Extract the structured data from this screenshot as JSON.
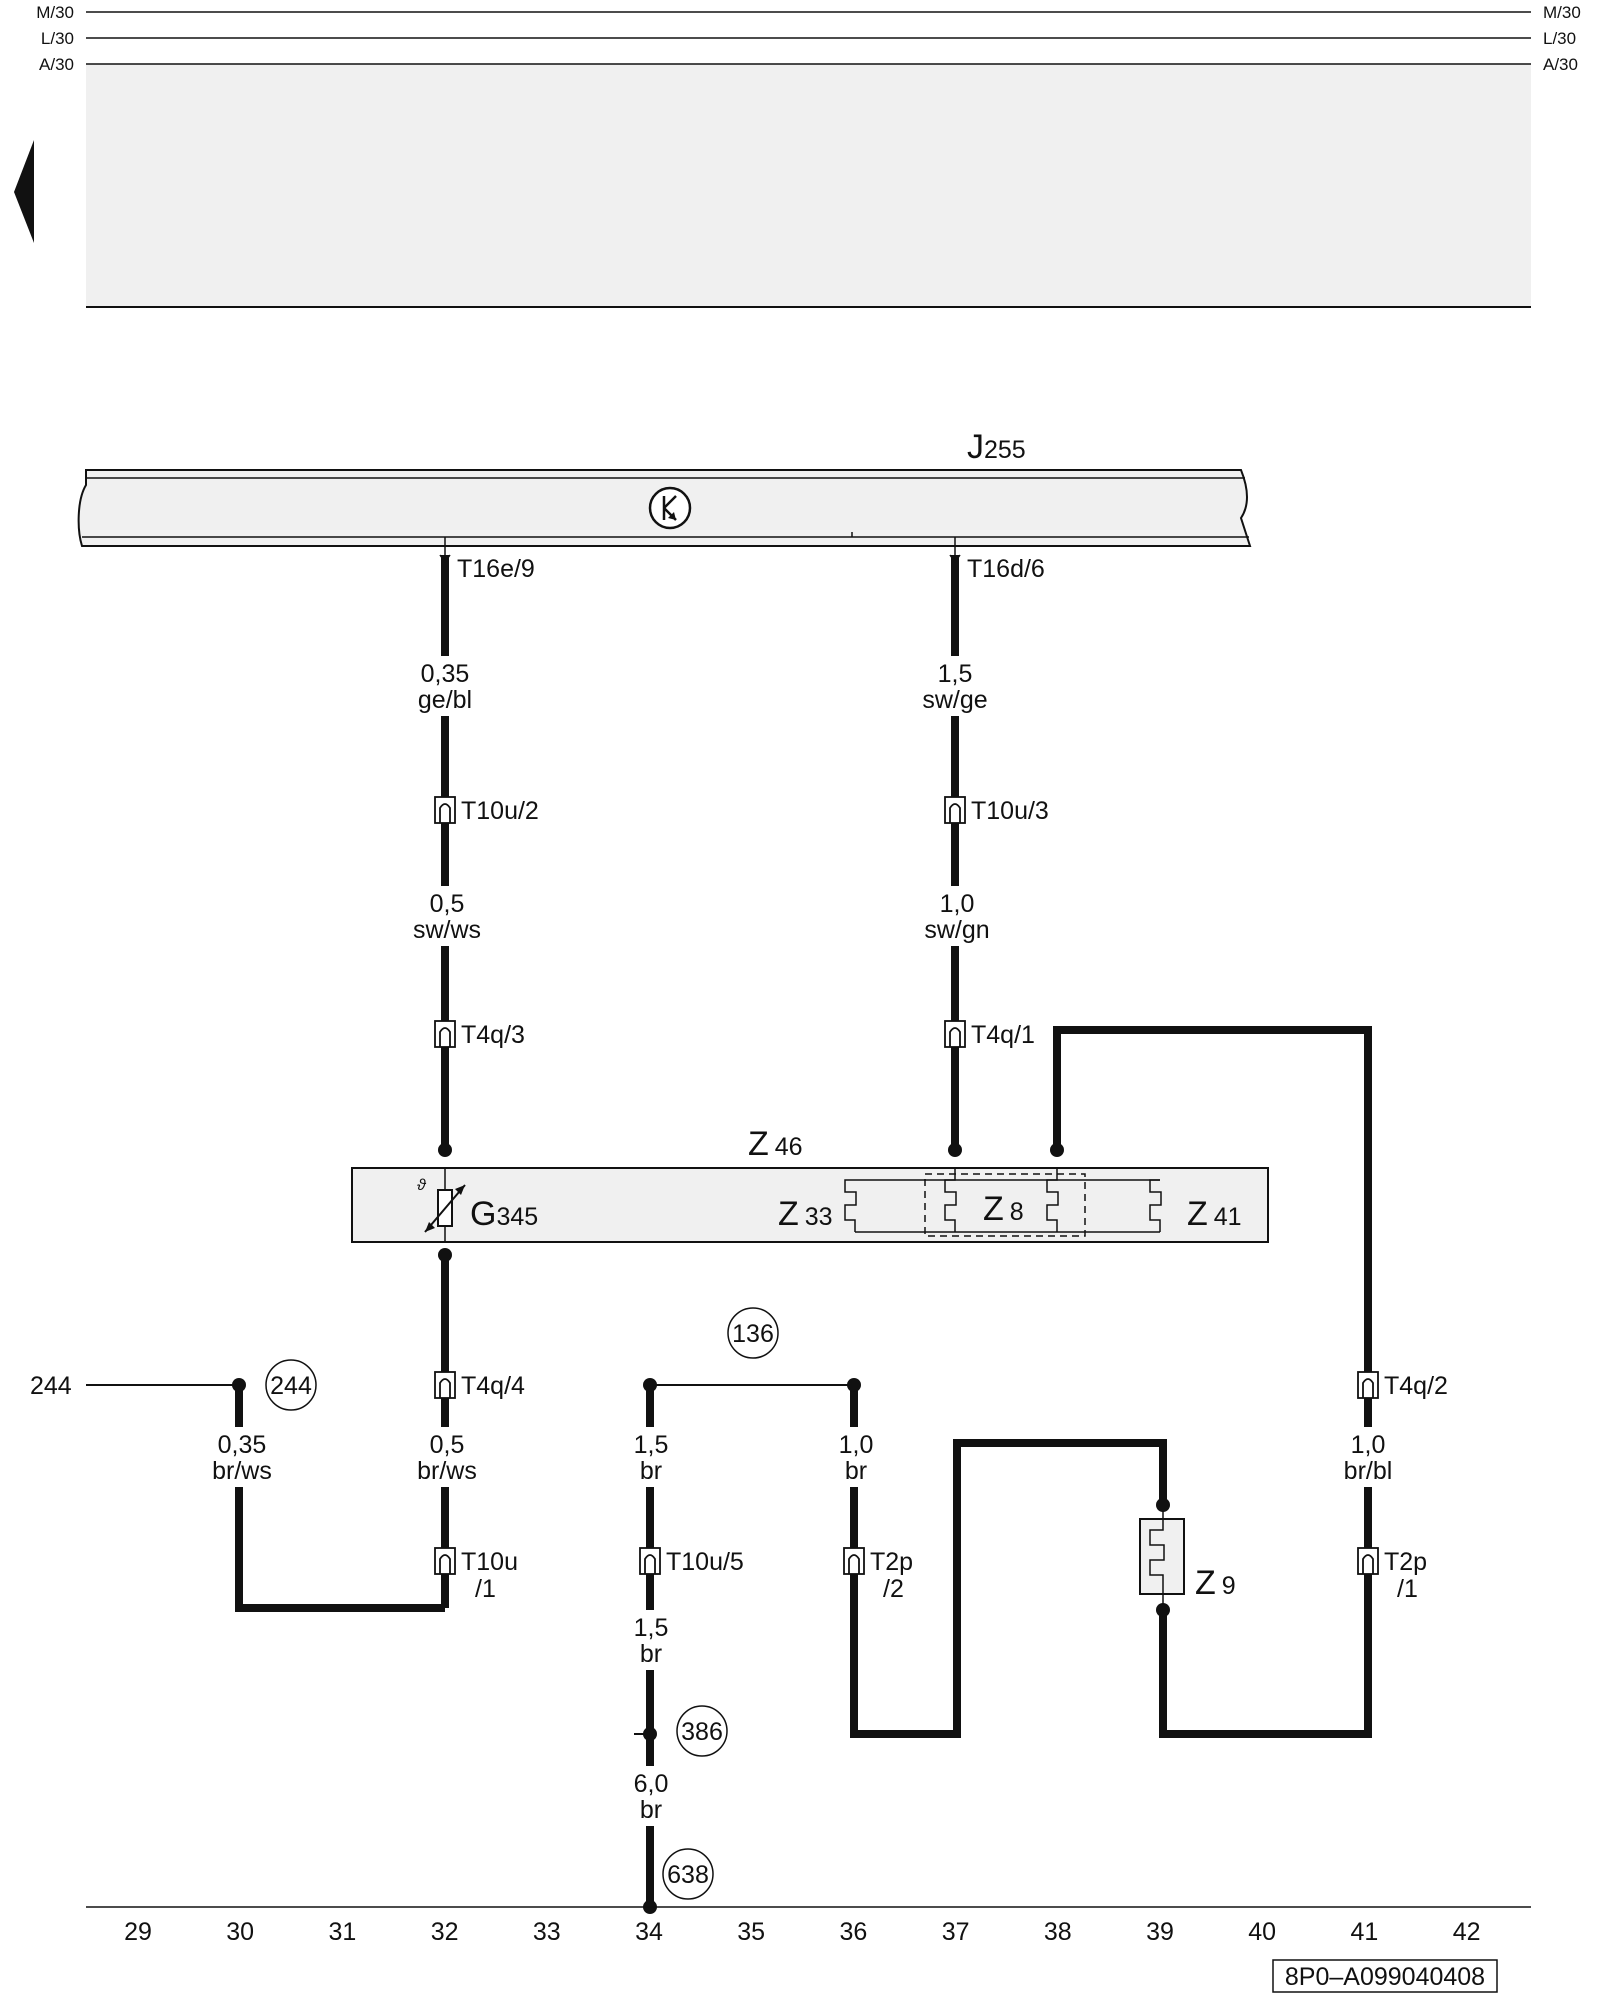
{
  "rails": {
    "left": [
      "M/30",
      "L/30",
      "A/30"
    ],
    "right": [
      "M/30",
      "L/30",
      "A/30"
    ]
  },
  "control_unit": {
    "name": "J",
    "num": "255"
  },
  "module": {
    "z46": {
      "name": "Z",
      "num": "46"
    },
    "g345": {
      "name": "G",
      "num": "345"
    },
    "z33": {
      "name": "Z",
      "num": "33"
    },
    "z8": {
      "name": "Z",
      "num": "8"
    },
    "z41": {
      "name": "Z",
      "num": "41"
    }
  },
  "z9": {
    "name": "Z",
    "num": "9"
  },
  "pins": {
    "t16e9": "T16e/9",
    "t16d6": "T16d/6"
  },
  "connectors": {
    "t10u2": "T10u/2",
    "t10u3": "T10u/3",
    "t4q3": "T4q/3",
    "t4q1": "T4q/1",
    "t4q4": "T4q/4",
    "t4q2": "T4q/2",
    "t10u1a": "T10u",
    "t10u1b": "/1",
    "t10u5": "T10u/5",
    "t2p2a": "T2p",
    "t2p2b": "/2",
    "t2p1a": "T2p",
    "t2p1b": "/1"
  },
  "wires": {
    "w1": {
      "size": "0,35",
      "color": "ge/bl"
    },
    "w2": {
      "size": "1,5",
      "color": "sw/ge"
    },
    "w3": {
      "size": "0,5",
      "color": "sw/ws"
    },
    "w4": {
      "size": "1,0",
      "color": "sw/gn"
    },
    "w5": {
      "size": "0,35",
      "color": "br/ws"
    },
    "w6": {
      "size": "0,5",
      "color": "br/ws"
    },
    "w7": {
      "size": "1,5",
      "color": "br"
    },
    "w8": {
      "size": "1,0",
      "color": "br"
    },
    "w9": {
      "size": "1,0",
      "color": "br/bl"
    },
    "w10": {
      "size": "1,5",
      "color": "br"
    },
    "w11": {
      "size": "6,0",
      "color": "br"
    }
  },
  "refs": {
    "ref244_text": "244",
    "ref244_circle": "244",
    "ref136": "136",
    "ref386": "386",
    "ref638": "638"
  },
  "scale": [
    "29",
    "30",
    "31",
    "32",
    "33",
    "34",
    "35",
    "36",
    "37",
    "38",
    "39",
    "40",
    "41",
    "42"
  ],
  "drawing_id": "8P0–A099040408",
  "colors": {
    "line": "#111111",
    "panel": "#f0f0f0",
    "background": "#ffffff"
  }
}
